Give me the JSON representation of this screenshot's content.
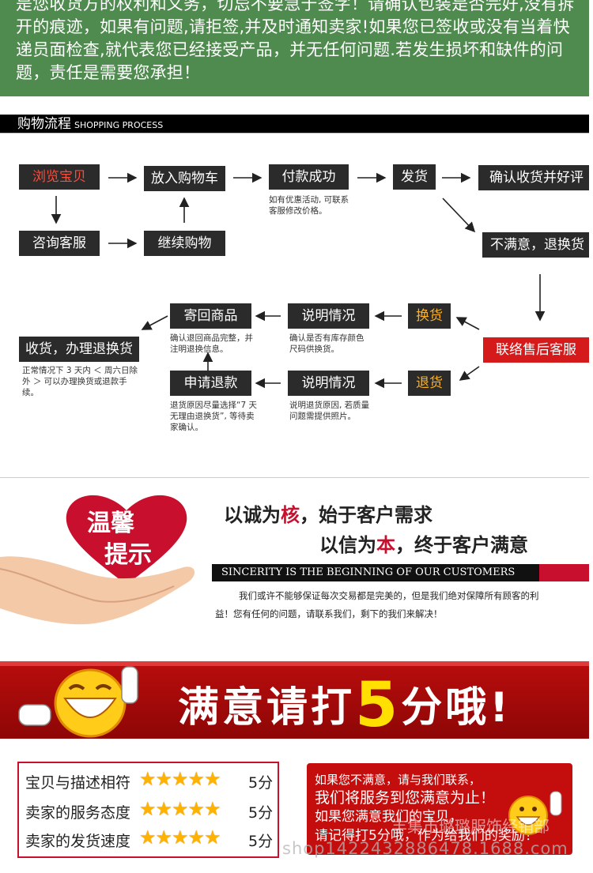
{
  "notice": {
    "text": "是您收货方的权利和义务，切忌不要急于签字！请确认包装是否完好,没有拆开的痕迹，如果有问题,请拒签,并及时通知卖家!如果您已签收或没有当着快递员面检查,就代表您已经接受产品，并无任何问题.若发生损坏和缺件的问题，责任是需要您承担！"
  },
  "process": {
    "title": "购物流程",
    "subtitle": "SHOPPING PROCESS",
    "browse": "浏览宝贝",
    "cart": "放入购物车",
    "paid": "付款成功",
    "ship": "发货",
    "confirm": "确认收货并好评",
    "consult": "咨询客服",
    "continue": "继续购物",
    "paid_note": "如有优惠活动, 可联系客服修改价格。",
    "unsatisfied": "不满意，退换货",
    "contact_service": "联络售后客服",
    "exchange": "换货",
    "refund": "退货",
    "explain1": "说明情况",
    "explain2": "说明情况",
    "explain1_note": "确认是否有库存颜色尺码供换货。",
    "explain2_note": "说明退货原因, 若质量问题需提供照片。",
    "return_goods": "寄回商品",
    "return_note": "确认退回商品完整，并注明退换信息。",
    "apply_refund": "申请退款",
    "apply_note": "退货原因尽量选择“7 天无理由退换货”, 等待卖家确认。",
    "receive": "收货，办理退换货",
    "receive_note": "正常情况下 3 天内 ＜ 周六日除外 ＞ 可以办理换货或退款手续。"
  },
  "tips": {
    "heart_line1": "温馨",
    "heart_line2": "提示",
    "slogan1_a": "以诚为",
    "slogan1_hl": "核",
    "slogan1_b": "，始于客户需求",
    "slogan2_a": "以信为",
    "slogan2_hl": "本",
    "slogan2_b": "，终于客户满意",
    "sincerity": "SINCERITY IS THE BEGINNING OF OUR CUSTOMERS",
    "text": "我们或许不能够保证每次交易都是完美的，但是我们绝对保障所有顾客的利益！您有任何的问题，请联系我们，剩下的我们来解决！"
  },
  "banner": {
    "text_a": "满意请打",
    "five": "5",
    "text_b": "分哦!"
  },
  "ratings": [
    {
      "label": "宝贝与描述相符",
      "stars": 5,
      "score": "5分"
    },
    {
      "label": "卖家的服务态度",
      "stars": 5,
      "score": "5分"
    },
    {
      "label": "卖家的发货速度",
      "stars": 5,
      "score": "5分"
    }
  ],
  "message": {
    "line1": "如果您不满意，请与我们联系，",
    "line2": "我们将服务到您满意为止！",
    "line3": "如果您满意我们的宝贝，",
    "line4": "请记得打5分哦，作为给我们的奖励！"
  },
  "watermark": {
    "shop": "丰集市璐璐服饰经销部",
    "url": "shop1422432886478.1688.com"
  },
  "colors": {
    "notice_bg": "#4f8a4f",
    "accent_red": "#c8102e",
    "star": "#ffb300"
  }
}
